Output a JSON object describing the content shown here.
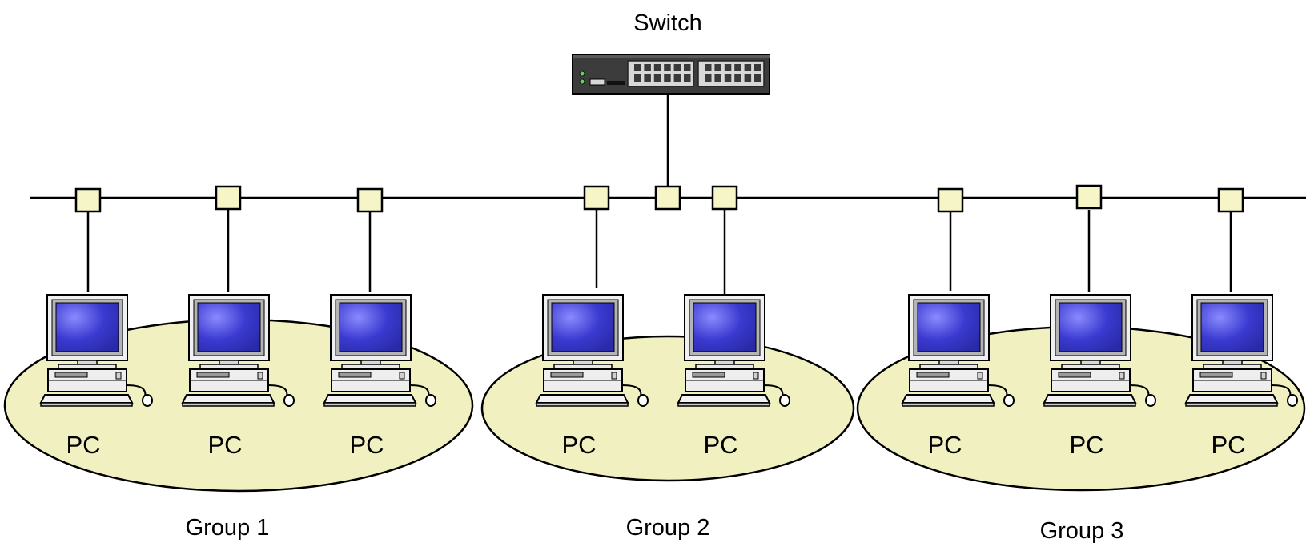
{
  "switch": {
    "label": "Switch",
    "icon": "network-switch-icon"
  },
  "bus": {
    "icon": "network-tap-icon"
  },
  "groups": [
    {
      "label": "Group 1",
      "pcs": [
        {
          "label": "PC",
          "icon": "desktop-computer-icon"
        },
        {
          "label": "PC",
          "icon": "desktop-computer-icon"
        },
        {
          "label": "PC",
          "icon": "desktop-computer-icon"
        }
      ]
    },
    {
      "label": "Group 2",
      "pcs": [
        {
          "label": "PC",
          "icon": "desktop-computer-icon"
        },
        {
          "label": "PC",
          "icon": "desktop-computer-icon"
        }
      ]
    },
    {
      "label": "Group 3",
      "pcs": [
        {
          "label": "PC",
          "icon": "desktop-computer-icon"
        },
        {
          "label": "PC",
          "icon": "desktop-computer-icon"
        },
        {
          "label": "PC",
          "icon": "desktop-computer-icon"
        }
      ]
    }
  ],
  "colors": {
    "group_fill": "#f0f0c0",
    "tap_fill": "#f5f5c8",
    "screen": "#2a2aa8",
    "screen_glow": "#8a8aff",
    "switch_body": "#3c3c3c",
    "switch_port": "#d8d8d8",
    "switch_led": "#5cd65c"
  }
}
